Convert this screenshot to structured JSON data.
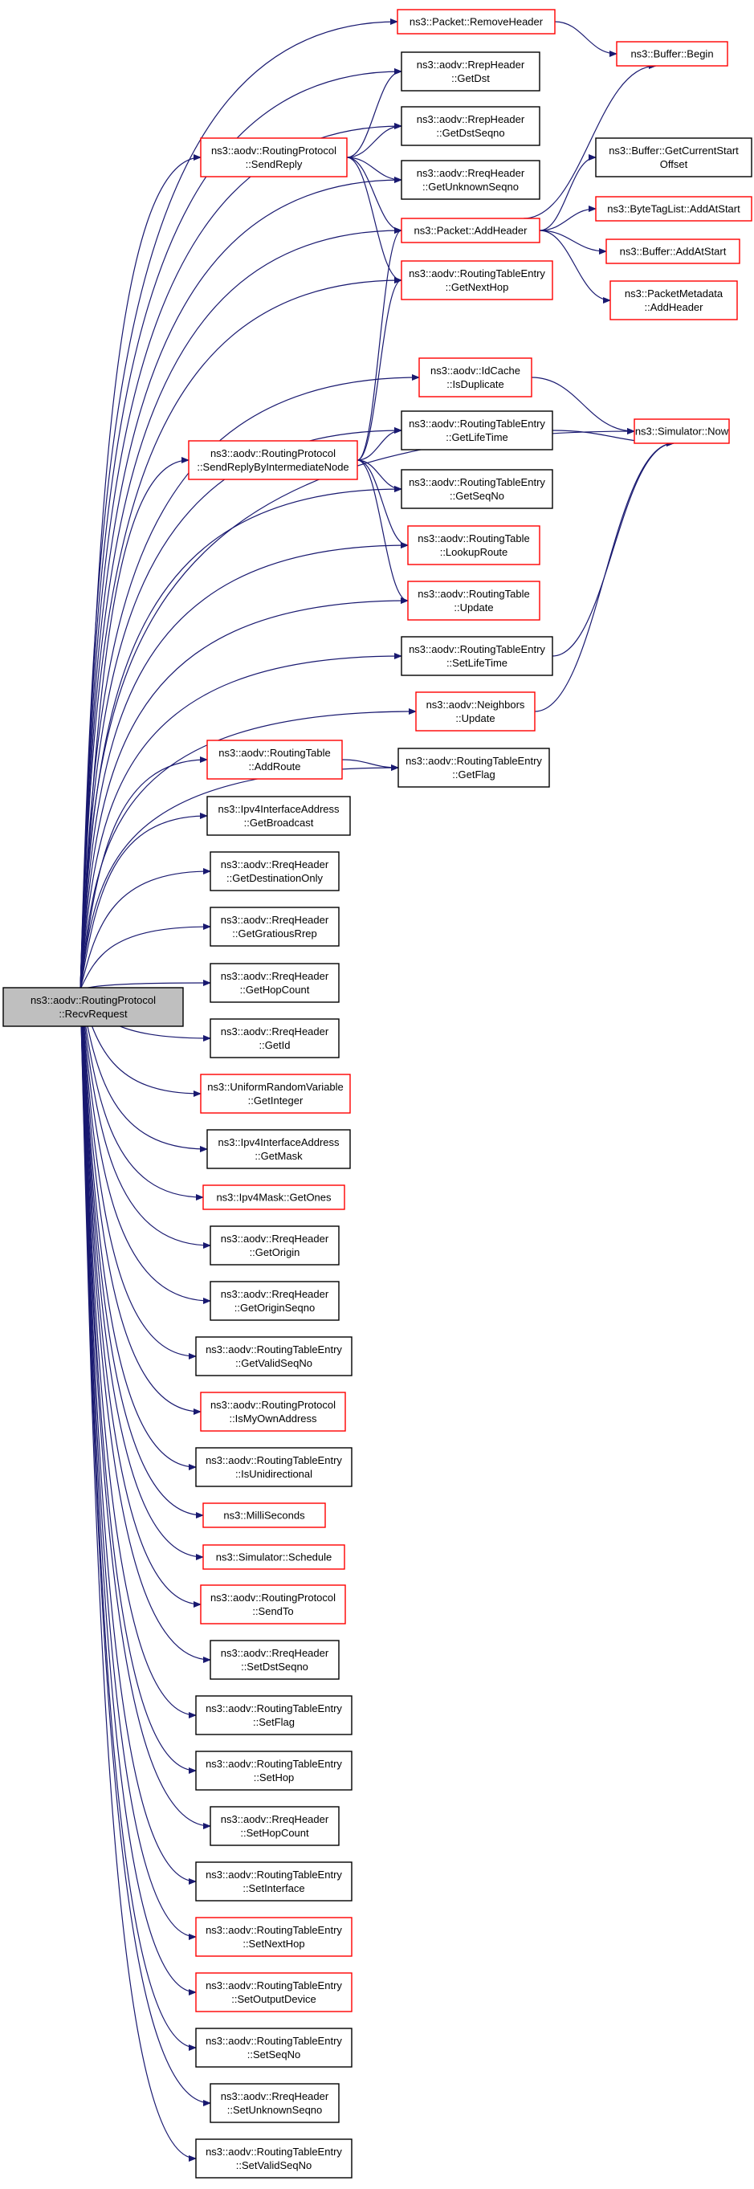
{
  "graph": {
    "title": "",
    "colors": {
      "edge": "#191970",
      "node_border_normal": "#000000",
      "node_border_has_more": "#ff0000",
      "root_fill": "#bfbfbf",
      "node_fill": "#ffffff"
    },
    "nodes": [
      {
        "id": "recv",
        "lines": [
          "ns3::aodv::RoutingProtocol",
          "::RecvRequest"
        ],
        "border": "black",
        "root": true
      },
      {
        "id": "removehdr",
        "lines": [
          "ns3::Packet::RemoveHeader"
        ],
        "border": "red"
      },
      {
        "id": "bufbegin",
        "lines": [
          "ns3::Buffer::Begin"
        ],
        "border": "red"
      },
      {
        "id": "rrepdst",
        "lines": [
          "ns3::aodv::RrepHeader",
          "::GetDst"
        ],
        "border": "black"
      },
      {
        "id": "rrepdstseq",
        "lines": [
          "ns3::aodv::RrepHeader",
          "::GetDstSeqno"
        ],
        "border": "black"
      },
      {
        "id": "sendreply",
        "lines": [
          "ns3::aodv::RoutingProtocol",
          "::SendReply"
        ],
        "border": "red"
      },
      {
        "id": "unkseqno",
        "lines": [
          "ns3::aodv::RreqHeader",
          "::GetUnknownSeqno"
        ],
        "border": "black"
      },
      {
        "id": "bufcurstart",
        "lines": [
          "ns3::Buffer::GetCurrentStart",
          "Offset"
        ],
        "border": "black"
      },
      {
        "id": "bytetag",
        "lines": [
          "ns3::ByteTagList::AddAtStart"
        ],
        "border": "red"
      },
      {
        "id": "addheader",
        "lines": [
          "ns3::Packet::AddHeader"
        ],
        "border": "red"
      },
      {
        "id": "bufaddstart",
        "lines": [
          "ns3::Buffer::AddAtStart"
        ],
        "border": "red"
      },
      {
        "id": "getnexthop",
        "lines": [
          "ns3::aodv::RoutingTableEntry",
          "::GetNextHop"
        ],
        "border": "red"
      },
      {
        "id": "pktmeta",
        "lines": [
          "ns3::PacketMetadata",
          "::AddHeader"
        ],
        "border": "red"
      },
      {
        "id": "isdup",
        "lines": [
          "ns3::aodv::IdCache",
          "::IsDuplicate"
        ],
        "border": "red"
      },
      {
        "id": "simnow",
        "lines": [
          "ns3::Simulator::Now"
        ],
        "border": "red"
      },
      {
        "id": "getlifetime",
        "lines": [
          "ns3::aodv::RoutingTableEntry",
          "::GetLifeTime"
        ],
        "border": "black"
      },
      {
        "id": "sendinter",
        "lines": [
          "ns3::aodv::RoutingProtocol",
          "::SendReplyByIntermediateNode"
        ],
        "border": "red"
      },
      {
        "id": "getseqno",
        "lines": [
          "ns3::aodv::RoutingTableEntry",
          "::GetSeqNo"
        ],
        "border": "black"
      },
      {
        "id": "lookup",
        "lines": [
          "ns3::aodv::RoutingTable",
          "::LookupRoute"
        ],
        "border": "red"
      },
      {
        "id": "rtupdate",
        "lines": [
          "ns3::aodv::RoutingTable",
          "::Update"
        ],
        "border": "red"
      },
      {
        "id": "setlifetime",
        "lines": [
          "ns3::aodv::RoutingTableEntry",
          "::SetLifeTime"
        ],
        "border": "black"
      },
      {
        "id": "nbupdate",
        "lines": [
          "ns3::aodv::Neighbors",
          "::Update"
        ],
        "border": "red"
      },
      {
        "id": "addroute",
        "lines": [
          "ns3::aodv::RoutingTable",
          "::AddRoute"
        ],
        "border": "red"
      },
      {
        "id": "getflag",
        "lines": [
          "ns3::aodv::RoutingTableEntry",
          "::GetFlag"
        ],
        "border": "black"
      },
      {
        "id": "getbcast",
        "lines": [
          "ns3::Ipv4InterfaceAddress",
          "::GetBroadcast"
        ],
        "border": "black"
      },
      {
        "id": "getdstonly",
        "lines": [
          "ns3::aodv::RreqHeader",
          "::GetDestinationOnly"
        ],
        "border": "black"
      },
      {
        "id": "getgrat",
        "lines": [
          "ns3::aodv::RreqHeader",
          "::GetGratiousRrep"
        ],
        "border": "black"
      },
      {
        "id": "gethop",
        "lines": [
          "ns3::aodv::RreqHeader",
          "::GetHopCount"
        ],
        "border": "black"
      },
      {
        "id": "getid",
        "lines": [
          "ns3::aodv::RreqHeader",
          "::GetId"
        ],
        "border": "black"
      },
      {
        "id": "getint",
        "lines": [
          "ns3::UniformRandomVariable",
          "::GetInteger"
        ],
        "border": "red"
      },
      {
        "id": "getmask",
        "lines": [
          "ns3::Ipv4InterfaceAddress",
          "::GetMask"
        ],
        "border": "black"
      },
      {
        "id": "getones",
        "lines": [
          "ns3::Ipv4Mask::GetOnes"
        ],
        "border": "red"
      },
      {
        "id": "getorigin",
        "lines": [
          "ns3::aodv::RreqHeader",
          "::GetOrigin"
        ],
        "border": "black"
      },
      {
        "id": "getoriginseq",
        "lines": [
          "ns3::aodv::RreqHeader",
          "::GetOriginSeqno"
        ],
        "border": "black"
      },
      {
        "id": "getvalidseq",
        "lines": [
          "ns3::aodv::RoutingTableEntry",
          "::GetValidSeqNo"
        ],
        "border": "black"
      },
      {
        "id": "ismyown",
        "lines": [
          "ns3::aodv::RoutingProtocol",
          "::IsMyOwnAddress"
        ],
        "border": "red"
      },
      {
        "id": "isunidir",
        "lines": [
          "ns3::aodv::RoutingTableEntry",
          "::IsUnidirectional"
        ],
        "border": "black"
      },
      {
        "id": "millis",
        "lines": [
          "ns3::MilliSeconds"
        ],
        "border": "red"
      },
      {
        "id": "schedule",
        "lines": [
          "ns3::Simulator::Schedule"
        ],
        "border": "red"
      },
      {
        "id": "sendto",
        "lines": [
          "ns3::aodv::RoutingProtocol",
          "::SendTo"
        ],
        "border": "red"
      },
      {
        "id": "setdstseq",
        "lines": [
          "ns3::aodv::RreqHeader",
          "::SetDstSeqno"
        ],
        "border": "black"
      },
      {
        "id": "setflag",
        "lines": [
          "ns3::aodv::RoutingTableEntry",
          "::SetFlag"
        ],
        "border": "black"
      },
      {
        "id": "sethop",
        "lines": [
          "ns3::aodv::RoutingTableEntry",
          "::SetHop"
        ],
        "border": "black"
      },
      {
        "id": "sethopcount",
        "lines": [
          "ns3::aodv::RreqHeader",
          "::SetHopCount"
        ],
        "border": "black"
      },
      {
        "id": "setiface",
        "lines": [
          "ns3::aodv::RoutingTableEntry",
          "::SetInterface"
        ],
        "border": "black"
      },
      {
        "id": "setnexthop",
        "lines": [
          "ns3::aodv::RoutingTableEntry",
          "::SetNextHop"
        ],
        "border": "red"
      },
      {
        "id": "setoutdev",
        "lines": [
          "ns3::aodv::RoutingTableEntry",
          "::SetOutputDevice"
        ],
        "border": "red"
      },
      {
        "id": "setseqno",
        "lines": [
          "ns3::aodv::RoutingTableEntry",
          "::SetSeqNo"
        ],
        "border": "black"
      },
      {
        "id": "setunkseq",
        "lines": [
          "ns3::aodv::RreqHeader",
          "::SetUnknownSeqno"
        ],
        "border": "black"
      },
      {
        "id": "setvalidseq",
        "lines": [
          "ns3::aodv::RoutingTableEntry",
          "::SetValidSeqNo"
        ],
        "border": "black"
      }
    ],
    "edges": [
      [
        "removehdr",
        "bufbegin"
      ],
      [
        "sendreply",
        "rrepdst"
      ],
      [
        "sendreply",
        "rrepdstseq"
      ],
      [
        "sendreply",
        "unkseqno"
      ],
      [
        "sendreply",
        "addheader"
      ],
      [
        "sendreply",
        "getnexthop"
      ],
      [
        "addheader",
        "bufbegin"
      ],
      [
        "addheader",
        "bufcurstart"
      ],
      [
        "addheader",
        "bytetag"
      ],
      [
        "addheader",
        "bufaddstart"
      ],
      [
        "addheader",
        "pktmeta"
      ],
      [
        "isdup",
        "simnow"
      ],
      [
        "getlifetime",
        "simnow"
      ],
      [
        "setlifetime",
        "simnow"
      ],
      [
        "nbupdate",
        "simnow"
      ],
      [
        "sendinter",
        "addheader"
      ],
      [
        "sendinter",
        "getnexthop"
      ],
      [
        "sendinter",
        "getlifetime"
      ],
      [
        "sendinter",
        "getseqno"
      ],
      [
        "sendinter",
        "lookup"
      ],
      [
        "sendinter",
        "rtupdate"
      ],
      [
        "addroute",
        "getflag"
      ],
      [
        "recv",
        "removehdr"
      ],
      [
        "recv",
        "rrepdst"
      ],
      [
        "recv",
        "rrepdstseq"
      ],
      [
        "recv",
        "sendreply"
      ],
      [
        "recv",
        "unkseqno"
      ],
      [
        "recv",
        "addheader"
      ],
      [
        "recv",
        "getnexthop"
      ],
      [
        "recv",
        "isdup"
      ],
      [
        "recv",
        "simnow"
      ],
      [
        "recv",
        "getlifetime"
      ],
      [
        "recv",
        "sendinter"
      ],
      [
        "recv",
        "getseqno"
      ],
      [
        "recv",
        "lookup"
      ],
      [
        "recv",
        "rtupdate"
      ],
      [
        "recv",
        "setlifetime"
      ],
      [
        "recv",
        "nbupdate"
      ],
      [
        "recv",
        "addroute"
      ],
      [
        "recv",
        "getflag"
      ],
      [
        "recv",
        "getbcast"
      ],
      [
        "recv",
        "getdstonly"
      ],
      [
        "recv",
        "getgrat"
      ],
      [
        "recv",
        "gethop"
      ],
      [
        "recv",
        "getid"
      ],
      [
        "recv",
        "getint"
      ],
      [
        "recv",
        "getmask"
      ],
      [
        "recv",
        "getones"
      ],
      [
        "recv",
        "getorigin"
      ],
      [
        "recv",
        "getoriginseq"
      ],
      [
        "recv",
        "getvalidseq"
      ],
      [
        "recv",
        "ismyown"
      ],
      [
        "recv",
        "isunidir"
      ],
      [
        "recv",
        "millis"
      ],
      [
        "recv",
        "schedule"
      ],
      [
        "recv",
        "sendto"
      ],
      [
        "recv",
        "setdstseq"
      ],
      [
        "recv",
        "setflag"
      ],
      [
        "recv",
        "sethop"
      ],
      [
        "recv",
        "sethopcount"
      ],
      [
        "recv",
        "setiface"
      ],
      [
        "recv",
        "setnexthop"
      ],
      [
        "recv",
        "setoutdev"
      ],
      [
        "recv",
        "setseqno"
      ],
      [
        "recv",
        "setunkseq"
      ],
      [
        "recv",
        "setvalidseq"
      ]
    ]
  }
}
